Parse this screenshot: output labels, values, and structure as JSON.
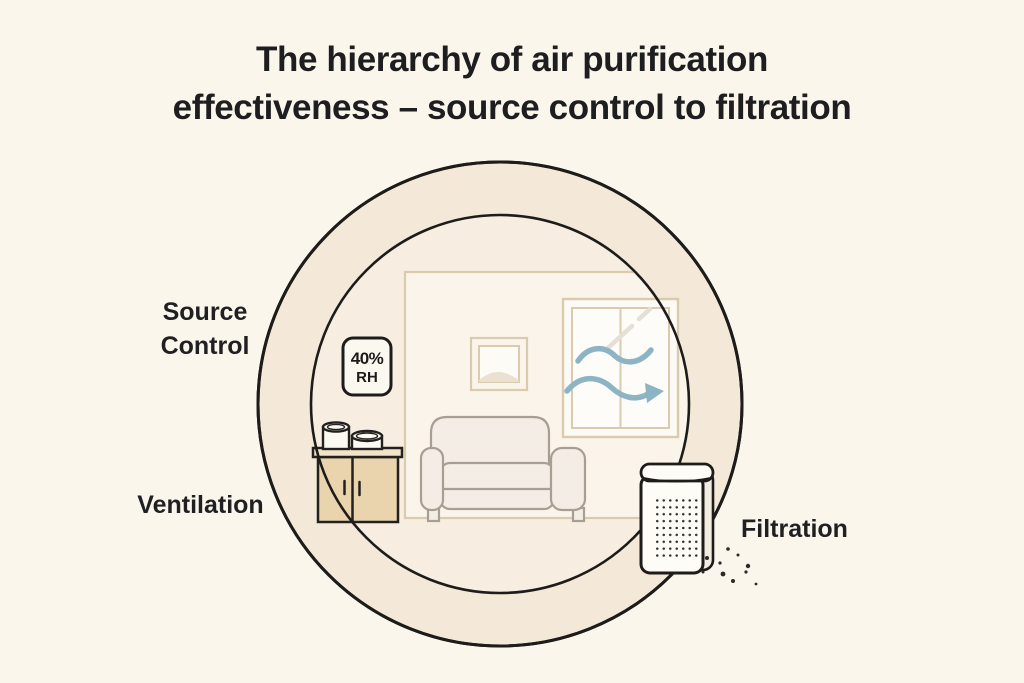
{
  "title": {
    "line1": "The hierarchy of air purification",
    "line2": "effectiveness – source control to filtration"
  },
  "zones": {
    "source_control": {
      "label_line1": "Source",
      "label_line2": "Control"
    },
    "ventilation": {
      "label": "Ventilation"
    },
    "filtration": {
      "label": "Filtration"
    }
  },
  "hygrometer": {
    "value": "40%",
    "unit": "RH"
  },
  "colors": {
    "background": "#faf6ec",
    "ring_fill": "#f4e8d9",
    "inner_fill": "#f7eee1",
    "wall_fill": "#faf4ea",
    "outline_dark": "#1d1c1a",
    "outline_tan": "#dbcbae",
    "accent_blue": "#8cb4c5",
    "cabinet_tan": "#e9d4ad",
    "sofa_fill": "#f3ede5",
    "text": "#1f1f21"
  },
  "illustration_elements": [
    "room",
    "window",
    "airflow-arrows",
    "picture-frame",
    "sofa",
    "cabinet",
    "storage-jars",
    "hygrometer-badge",
    "air-purifier",
    "filtered-particles"
  ]
}
